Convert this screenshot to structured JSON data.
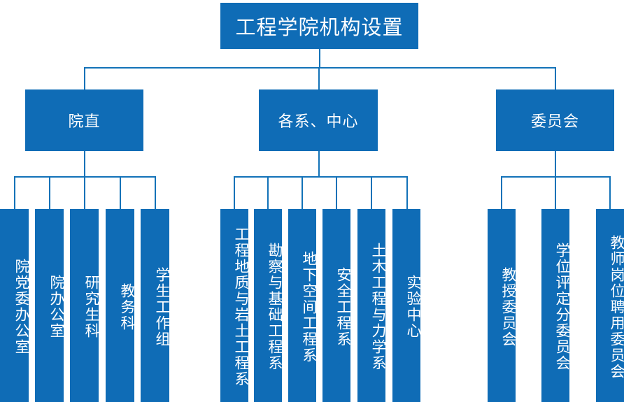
{
  "page": {
    "kind": "organization-chart",
    "background_color": "#FFFFFF",
    "node_color": "#0F6CB6",
    "line_color": "#1272B8",
    "text_color": "#FFFFFF"
  },
  "root": {
    "label": "工程学院机构设置"
  },
  "level2": [
    {
      "id": "yuanzhi",
      "label": "院直"
    },
    {
      "id": "gexi",
      "label": "各系、中心"
    },
    {
      "id": "weiyuanhui",
      "label": "委员会"
    }
  ],
  "groups": {
    "yuanzhi": {
      "parent_label": "院直",
      "children": [
        {
          "label": "院党委办公室"
        },
        {
          "label": "院办公室"
        },
        {
          "label": "研究生科"
        },
        {
          "label": "教务科"
        },
        {
          "label": "学生工作组"
        }
      ]
    },
    "gexi": {
      "parent_label": "各系、中心",
      "children": [
        {
          "label": "工程地质与岩土工程系"
        },
        {
          "label": "勘察与基础工程系"
        },
        {
          "label": "地下空间工程系"
        },
        {
          "label": "安全工程系"
        },
        {
          "label": "土木工程与力学系"
        },
        {
          "label": "实验中心"
        }
      ]
    },
    "weiyuanhui": {
      "parent_label": "委员会",
      "children": [
        {
          "label": "教授委员会"
        },
        {
          "label": "学位评定分委员会"
        },
        {
          "label": "教师岗位聘用委员会"
        }
      ]
    }
  }
}
